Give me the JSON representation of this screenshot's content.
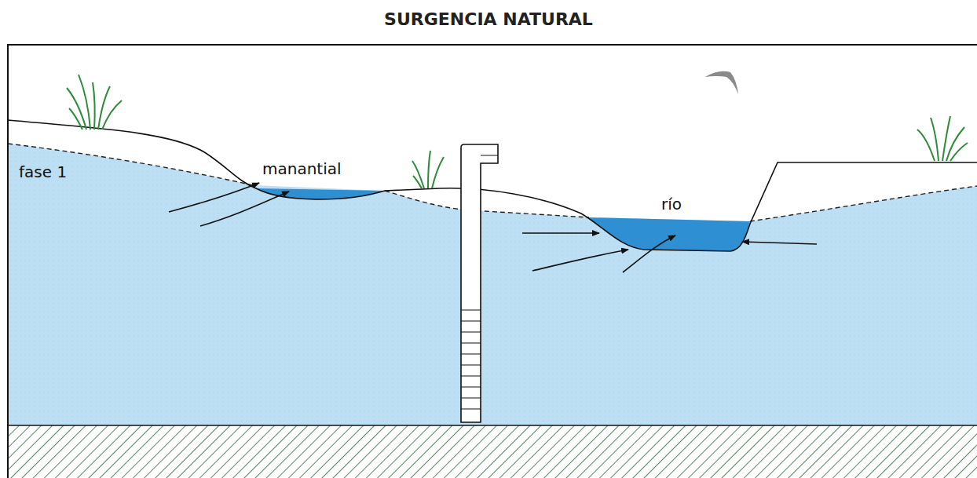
{
  "diagram": {
    "title": "SURGENCIA NATURAL",
    "labels": [
      "fase 1",
      "manantial",
      "río"
    ]
  }
}
